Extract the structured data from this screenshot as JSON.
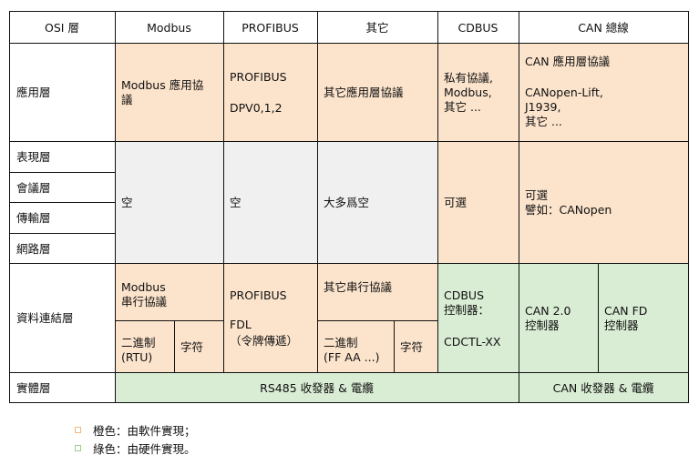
{
  "header": {
    "osi": "OSI 層",
    "modbus": "Modbus",
    "profibus": "PROFIBUS",
    "other": "其它",
    "cdbus": "CDBUS",
    "can": "CAN 總線"
  },
  "layers": {
    "application": "應用層",
    "presentation": "表現層",
    "session": "會議層",
    "transport": "傳輸層",
    "network": "網路層",
    "datalink": "資料連結層",
    "physical": "實體層"
  },
  "app": {
    "modbus": [
      "Modbus 應用協",
      "議"
    ],
    "profibus_1": "PROFIBUS",
    "profibus_2": "DPV0,1,2",
    "other": "其它應用層協議",
    "cdbus": [
      "私有協議,",
      "Modbus,",
      "其它 ..."
    ],
    "can_1": "CAN 應用層協議",
    "can_2": [
      "CANopen-Lift,",
      "J1939,",
      "其它 ..."
    ]
  },
  "mid": {
    "modbus": "空",
    "profibus": "空",
    "other": "大多爲空",
    "cdbus": "可選",
    "can": [
      "可選",
      "譬如：CANopen"
    ]
  },
  "dl": {
    "modbus_top": [
      "Modbus",
      "串行協議"
    ],
    "modbus_rtu": [
      "二進制",
      "(RTU)"
    ],
    "modbus_char": "字符",
    "profibus_1": "PROFIBUS",
    "profibus_2": "FDL",
    "profibus_3": "（令牌傳遞）",
    "other_top": "其它串行協議",
    "other_bin": [
      "二進制",
      "(FF AA ...)"
    ],
    "other_char": "字符",
    "cdbus": [
      "CDBUS",
      "控制器："
    ],
    "cdbus_2": "CDCTL-XX",
    "can20": [
      "CAN 2.0",
      "控制器"
    ],
    "canfd": [
      "CAN FD",
      "控制器"
    ]
  },
  "phy": {
    "rs485": "RS485 收發器 & 電纜",
    "can": "CAN 收發器 & 電纜"
  },
  "legend": [
    {
      "text": "橙色：由軟件實現；",
      "color": "#f5b77e"
    },
    {
      "text": "綠色：由硬件實現。",
      "color": "#9ccc8c"
    }
  ]
}
